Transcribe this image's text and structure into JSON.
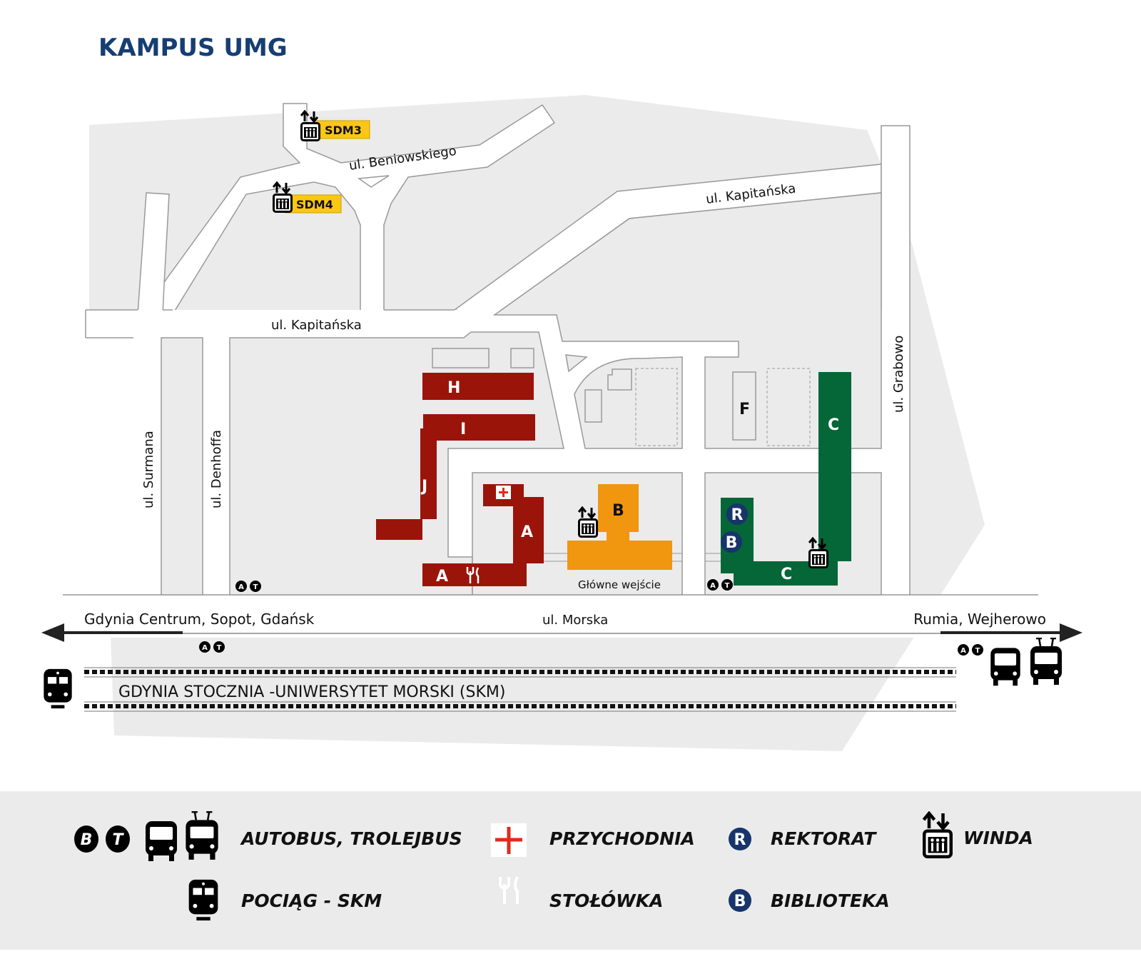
{
  "title": "KAMPUS UMG",
  "colors": {
    "title": "#163e73",
    "faculty_red": "#9b140a",
    "building_b": "#f0960f",
    "building_c": "#056638",
    "dorm": "#fcc712",
    "badge_navy": "#17346b",
    "campus_gray": "#ebebeb"
  },
  "streets": {
    "beniowskiego": "ul. Beniowskiego",
    "kapitanska_west": "ul. Kapitańska",
    "kapitanska_east": "ul. Kapitańska",
    "surmana": "ul. Surmana",
    "denhoffa": "ul. Denhoffa",
    "grabowo": "ul. Grabowo",
    "morska": "ul. Morska"
  },
  "directions": {
    "west": "Gdynia Centrum, Sopot, Gdańsk",
    "east": "Rumia, Wejherowo"
  },
  "station": "GDYNIA STOCZNIA -UNIWERSYTET MORSKI (SKM)",
  "dorms": [
    "SDM3",
    "SDM4"
  ],
  "buildings": {
    "H": "H",
    "I": "I",
    "J": "J",
    "A1": "A",
    "A2": "A",
    "B": "B",
    "C1": "C",
    "C2": "C",
    "F": "F",
    "R": "R",
    "Bib": "B"
  },
  "main_entrance": "Główne wejście",
  "stop_badges": [
    "A",
    "T"
  ],
  "legend": {
    "bus_badges": [
      "B",
      "T"
    ],
    "bus": "AUTOBUS, TROLEJBUS",
    "train": "POCIĄG - SKM",
    "clinic": "PRZYCHODNIA",
    "canteen": "STOŁÓWKA",
    "rectorate_badge": "R",
    "rectorate": "REKTORAT",
    "library_badge": "B",
    "library": "BIBLIOTEKA",
    "elevator": "WINDA"
  }
}
